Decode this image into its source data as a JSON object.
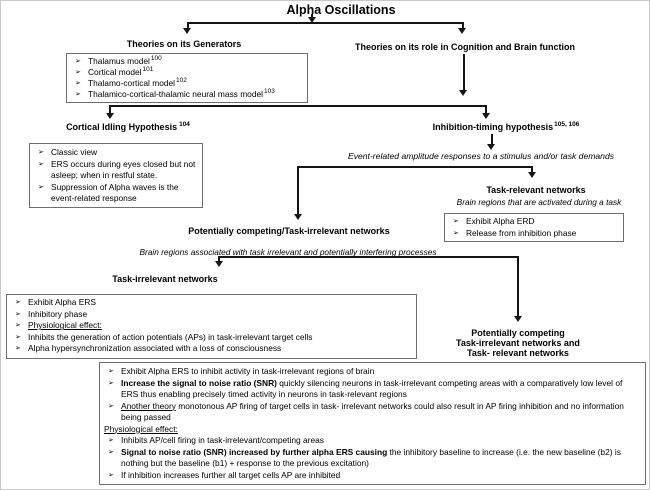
{
  "bullet_char": "➢",
  "colors": {
    "text": "#000000",
    "box_border": "#6e6e6e",
    "arrow": "#151515",
    "background": "#ffffff"
  },
  "title": "Alpha Oscillations",
  "generators": {
    "heading": "Theories on its Generators",
    "items": [
      {
        "bullet": true,
        "segs": [
          {
            "t": "Thalamus model"
          },
          {
            "t": "100",
            "sup": true
          }
        ]
      },
      {
        "bullet": true,
        "segs": [
          {
            "t": "Cortical model"
          },
          {
            "t": "101",
            "sup": true
          }
        ]
      },
      {
        "bullet": true,
        "segs": [
          {
            "t": "Thalamo-cortical model"
          },
          {
            "t": "102",
            "sup": true
          }
        ]
      },
      {
        "bullet": true,
        "segs": [
          {
            "t": "Thalamico-cortical-thalamic neural mass model"
          },
          {
            "t": "103",
            "sup": true
          }
        ]
      }
    ]
  },
  "cognition": {
    "heading": "Theories on its role in Cognition and Brain function"
  },
  "cortical_idling": {
    "heading": "Cortical Idling Hypothesis",
    "ref": "104",
    "items": [
      {
        "bullet": true,
        "segs": [
          {
            "t": "Classic view"
          }
        ]
      },
      {
        "bullet": true,
        "segs": [
          {
            "t": "ERS occurs during eyes closed but not asleep; when in restful state."
          }
        ]
      },
      {
        "bullet": true,
        "segs": [
          {
            "t": "Suppression of Alpha waves is the event-related response"
          }
        ]
      }
    ]
  },
  "inhibition_timing": {
    "heading": "Inhibition-timing hypothesis",
    "ref": "105, 106"
  },
  "event_note": "Event-related amplitude responses to a stimulus and/or task demands",
  "task_relevant": {
    "heading": "Task-relevant networks",
    "note": "Brain regions that are activated during a task",
    "items": [
      {
        "bullet": true,
        "segs": [
          {
            "t": "Exhibit Alpha ERD"
          }
        ]
      },
      {
        "bullet": true,
        "segs": [
          {
            "t": "Release from inhibition phase"
          }
        ]
      }
    ]
  },
  "competing": {
    "heading": "Potentially competing/Task-irrelevant networks",
    "note": "Brain regions associated with task irrelevant and potentially interfering processes"
  },
  "task_irrelevant": {
    "heading": "Task-irrelevant networks",
    "items": [
      {
        "bullet": true,
        "segs": [
          {
            "t": "Exhibit Alpha ERS"
          }
        ]
      },
      {
        "bullet": true,
        "segs": [
          {
            "t": "Inhibitory phase"
          }
        ]
      },
      {
        "bullet": true,
        "segs": [
          {
            "t": "Physiological effect:",
            "u": true
          }
        ]
      },
      {
        "bullet": true,
        "segs": [
          {
            "t": "Inhibits the generation of action potentials (APs) in task-irrelevant target cells"
          }
        ]
      },
      {
        "bullet": true,
        "segs": [
          {
            "t": "Alpha hypersynchronization associated with a loss of consciousness"
          }
        ]
      }
    ]
  },
  "potentially_competing": {
    "line1": "Potentially competing",
    "line2": "Task-irrelevant networks and",
    "line3": "Task- relevant networks"
  },
  "bottom_box": {
    "items": [
      {
        "bullet": true,
        "segs": [
          {
            "t": "Exhibit Alpha ERS to inhibit activity in task-irrelevant regions of brain"
          }
        ]
      },
      {
        "bullet": true,
        "segs": [
          {
            "t": "Increase the signal to noise ratio (SNR)",
            "b": true
          },
          {
            "t": " quickly silencing neurons in task-irrelevant competing areas with a comparatively low level of ERS thus enabling precisely timed activity in neurons in task-relevant regions"
          }
        ]
      },
      {
        "bullet": true,
        "segs": [
          {
            "t": "Another theory",
            "u": true
          },
          {
            "t": " monotonous AP firing of target cells in task- irrelevant networks could also result in AP firing inhibition and no information being passed"
          }
        ]
      },
      {
        "bullet": false,
        "segs": [
          {
            "t": "Physiological effect:",
            "u": true
          }
        ]
      },
      {
        "bullet": true,
        "segs": [
          {
            "t": "Inhibits AP/cell firing in task-irrelevant/competing areas"
          }
        ]
      },
      {
        "bullet": true,
        "segs": [
          {
            "t": "Signal to noise ratio (SNR) increased by further alpha ERS causing",
            "b": true
          },
          {
            "t": " the inhibitory baseline to increase (i.e. the new baseline (b2) is nothing but the baseline (b1) + response to the previous excitation)"
          }
        ]
      },
      {
        "bullet": true,
        "segs": [
          {
            "t": "If inhibition increases further all target cells AP are inhibited"
          }
        ]
      }
    ]
  }
}
